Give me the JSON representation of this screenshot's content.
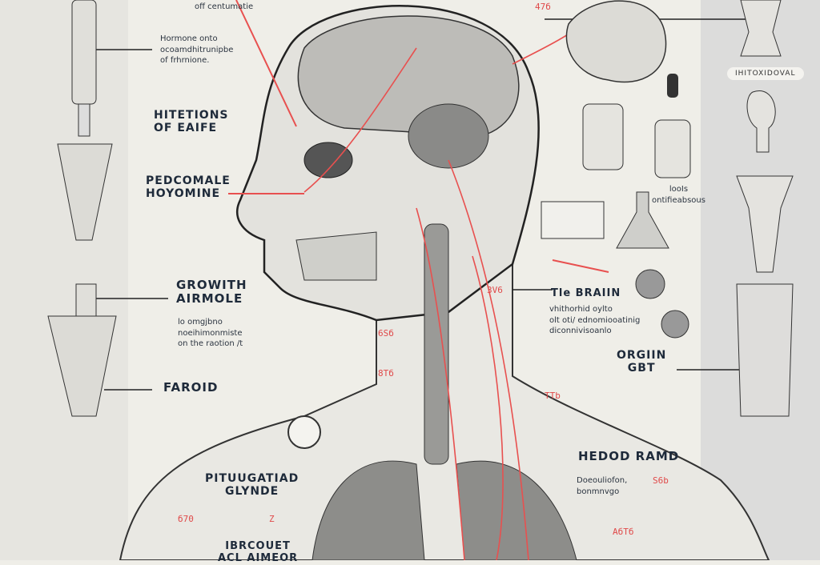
{
  "labels": {
    "top_caption": "off centumatie",
    "hormone_note": "Hormone onto\nocoamdhitrunipbe\nof frhrnione.",
    "heading_1": "HITETIONS\nOF EAIFE",
    "heading_2": "PEDCOMALE\nHOYOMINE",
    "heading_3": "GROWITH\nAIRMOLE",
    "growth_note": "lo omgjbno\nnoeihimonmiste\non the raotion /t",
    "heading_4": "FAROID",
    "brain_title": "Tle BRAIIN",
    "brain_note": "vhithorhid oylto\nolt oti/ ednomiooatinig\ndiconnivisoanlo",
    "heading_origin": "ORGIIN\nGBT",
    "heading_hedod": "HEDOD RAMD",
    "hedod_note": "Doeouliofon,\nbonmnvgo",
    "heading_pitu": "PITUUGATIAD\nGLYNDE",
    "heading_bottom": "IBRCOUET\nACL AIMEOR",
    "tools_note": "looIs\nontifieabsous",
    "pill_right": "IHITOXIDOVAL"
  },
  "red_codes": [
    "47б",
    "3V6",
    "6Sб",
    "8Tб",
    "TTb",
    "S6b",
    "б70",
    "AбTб",
    "Z"
  ],
  "colors": {
    "accent_red": "#e8504f",
    "ink": "#1e2a3a",
    "paper": "#efeee8"
  }
}
